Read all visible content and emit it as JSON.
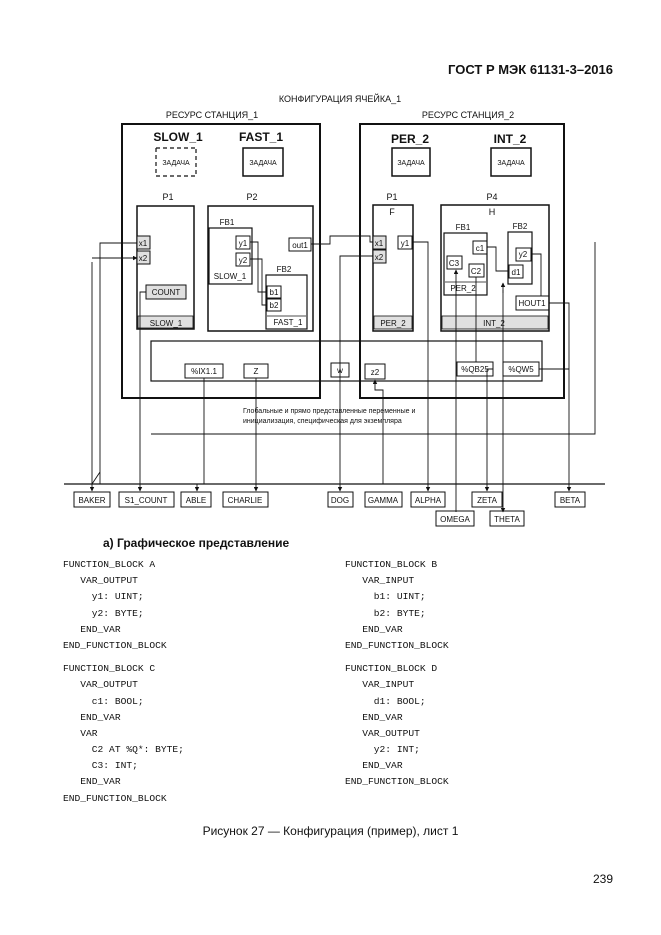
{
  "header": {
    "standard": "ГОСТ Р МЭК 61131-3–2016"
  },
  "diagram": {
    "configuration": "КОНФИГУРАЦИЯ ЯЧЕЙКА_1",
    "resource1": "РЕСУРС СТАНЦИЯ_1",
    "resource2": "РЕСУРС СТАНЦИЯ_2",
    "tasks": [
      "SLOW_1",
      "FAST_1",
      "PER_2",
      "INT_2"
    ],
    "task_box": "ЗАДАЧА",
    "programs": {
      "p1": "P1",
      "p2": "P2",
      "p1b": "P1",
      "p4": "P4",
      "p1b_sub": "F",
      "p4_sub": "H"
    },
    "fb": {
      "fb1": "FB1",
      "fb2": "FB2",
      "fb1b": "FB1",
      "fb2b": "FB2"
    },
    "ports": {
      "x1": "x1",
      "x2": "x2",
      "count": "COUNT",
      "slow1": "SLOW_1",
      "y1": "y1",
      "y2": "y2",
      "slow1b": "SLOW_1",
      "out1": "out1",
      "b1": "b1",
      "b2": "b2",
      "fast1": "FAST_1",
      "x1b": "x1",
      "x2b": "x2",
      "y1b": "y1",
      "per2": "PER_2",
      "c1": "c1",
      "c3": "C3",
      "c2": "C2",
      "y2b": "y2",
      "d1": "d1",
      "per2b": "PER_2",
      "hout1": "HOUT1",
      "int2": "INT_2"
    },
    "globals": {
      "ix": "%IX1.1",
      "z": "Z",
      "w": "w",
      "z2": "z2",
      "qb": "%QB25",
      "qw": "%QW5"
    },
    "globals_note_1": "Глобальные и прямо представленные переменные и",
    "globals_note_2": "инициализация, специфическая для экземпляра",
    "vars": [
      "BAKER",
      "S1_COUNT",
      "ABLE",
      "CHARLIE",
      "DOG",
      "GAMMA",
      "ALPHA",
      "OMEGA",
      "ZETA",
      "THETA",
      "BETA"
    ]
  },
  "caption_a": "а) Графическое представление",
  "code_left": [
    [
      "FUNCTION_BLOCK A",
      "   VAR_OUTPUT",
      "     y1: UINT;",
      "     y2: BYTE;",
      "   END_VAR",
      "END_FUNCTION_BLOCK"
    ],
    [
      "FUNCTION_BLOCK C",
      "   VAR_OUTPUT",
      "     c1: BOOL;",
      "   END_VAR",
      "   VAR",
      "     C2 AT %Q*: BYTE;",
      "     C3: INT;",
      "   END_VAR",
      "END_FUNCTION_BLOCK"
    ]
  ],
  "code_right": [
    [
      "FUNCTION_BLOCK B",
      "   VAR_INPUT",
      "     b1: UINT;",
      "     b2: BYTE;",
      "   END_VAR",
      "END_FUNCTION_BLOCK"
    ],
    [
      "FUNCTION_BLOCK D",
      "   VAR_INPUT",
      "     d1: BOOL;",
      "   END_VAR",
      "   VAR_OUTPUT",
      "     y2: INT;",
      "   END_VAR",
      "END_FUNCTION_BLOCK"
    ]
  ],
  "figure_caption": "Рисунок 27 — Конфигурация (пример), лист 1",
  "page_number": "239"
}
